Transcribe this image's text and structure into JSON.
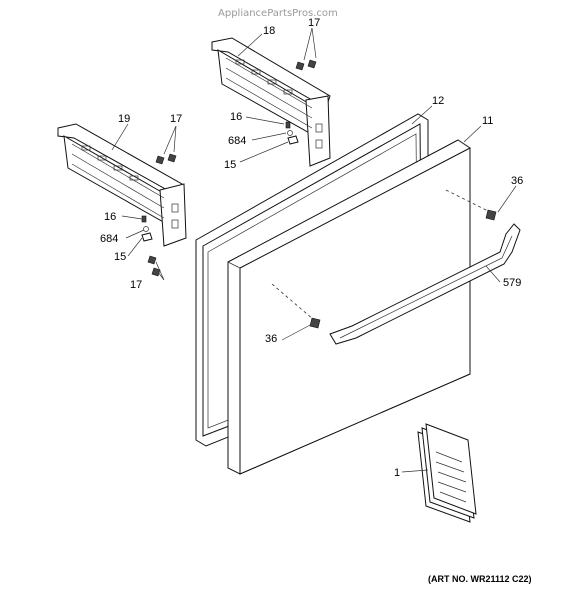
{
  "watermark": "AppliancePartsPros.com",
  "art_number": "(ART NO. WR21112 C22)",
  "callouts": {
    "c18": "18",
    "c17_top": "17",
    "c19": "19",
    "c17_left": "17",
    "c16_mid": "16",
    "c684_mid": "684",
    "c15_mid": "15",
    "c12": "12",
    "c11": "11",
    "c36_right": "36",
    "c16_left": "16",
    "c684_left": "684",
    "c15_left": "15",
    "c17_bottom": "17",
    "c579": "579",
    "c36_left": "36",
    "c1": "1"
  }
}
